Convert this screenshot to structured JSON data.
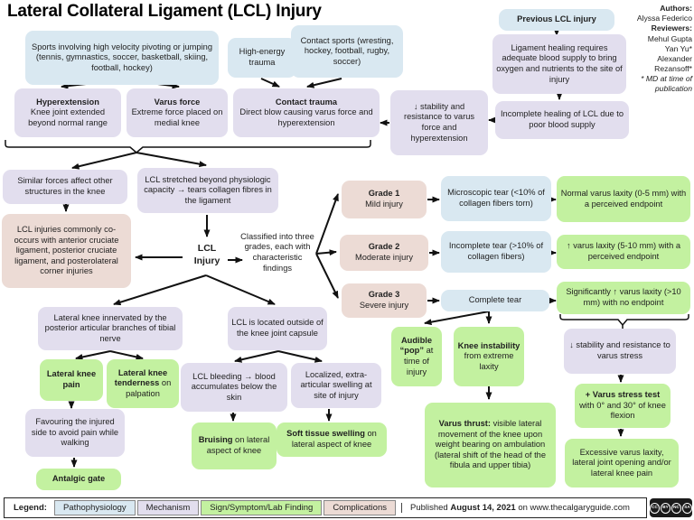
{
  "title": "Lateral Collateral Ligament (LCL) Injury",
  "credits": {
    "authors_label": "Authors:",
    "authors": [
      "Alyssa Federico"
    ],
    "reviewers_label": "Reviewers:",
    "reviewers": [
      "Mehul Gupta",
      "Yan Yu*",
      "Alexander Rezansoff*"
    ],
    "note": "* MD at time of publication"
  },
  "palette": {
    "pathophysiology": "#d9e8f1",
    "mechanism": "#e2deee",
    "sign": "#c3f1a0",
    "complication": "#ecdbd5"
  },
  "nodes": {
    "sports": {
      "text": "Sports involving high velocity pivoting or jumping (tennis, gymnastics, soccer, basketball, skiing, football, hockey)"
    },
    "high_energy": {
      "text": "High-energy trauma"
    },
    "contact_sports": {
      "text": "Contact sports (wresting, hockey, football, rugby, soccer)"
    },
    "previous_injury": {
      "text": "Previous LCL injury"
    },
    "ligament_healing": {
      "text": "Ligament healing requires adequate blood supply to bring oxygen and nutrients to the site of injury"
    },
    "incomplete_healing": {
      "text": "Incomplete healing of LCL due to poor blood supply"
    },
    "low_stability_force": {
      "text": "↓ stability and resistance to varus force and hyperextension"
    },
    "hyperextension": {
      "title": "Hyperextension",
      "body": "Knee joint extended beyond normal range"
    },
    "varus_force": {
      "title": "Varus force",
      "body": "Extreme force placed on medial knee"
    },
    "contact_trauma": {
      "title": "Contact trauma",
      "body": "Direct blow causing varus force and hyperextension"
    },
    "similar_forces": {
      "text": "Similar forces affect other structures in the knee"
    },
    "lcl_stretched": {
      "text": "LCL stretched beyond physiologic capacity → tears collagen fibres in the ligament"
    },
    "co_occurs": {
      "text": "LCL injuries commonly co-occurs with anterior cruciate ligament, posterior cruciate ligament, and posterolateral corner injuries"
    },
    "lcl_injury": {
      "text": "LCL Injury"
    },
    "classified": {
      "text": "Classified into three grades, each with characteristic findings"
    },
    "grade1": {
      "title": "Grade 1",
      "body": "Mild injury"
    },
    "grade2": {
      "title": "Grade 2",
      "body": "Moderate injury"
    },
    "grade3": {
      "title": "Grade 3",
      "body": "Severe injury"
    },
    "microscopic_tear": {
      "text": "Microscopic tear (<10% of collagen fibers torn)"
    },
    "incomplete_tear": {
      "text": "Incomplete tear (>10% of collagen fibers)"
    },
    "complete_tear": {
      "text": "Complete tear"
    },
    "normal_laxity": {
      "text": "Normal varus laxity (0-5 mm) with a perceived endpoint"
    },
    "increased_laxity": {
      "text": "↑ varus laxity (5-10 mm) with a perceived endpoint"
    },
    "significant_laxity": {
      "text": "Significantly ↑ varus laxity (>10 mm) with no endpoint"
    },
    "innervated": {
      "text": "Lateral knee innervated by the posterior articular branches of tibial nerve"
    },
    "located": {
      "text": "LCL is located outside of the knee joint capsule"
    },
    "knee_pain": {
      "bold": "Lateral knee pain"
    },
    "tenderness": {
      "bold": "Lateral knee tenderness",
      "rest": " on palpation"
    },
    "favouring": {
      "text": "Favouring the injured side to avoid pain while walking"
    },
    "antalgic": {
      "bold": "Antalgic gate"
    },
    "bleeding": {
      "text": "LCL bleeding → blood accumulates below the skin"
    },
    "localized": {
      "text": "Localized, extra-articular swelling at site of injury"
    },
    "bruising": {
      "bold": "Bruising",
      "rest": " on lateral aspect of knee"
    },
    "soft_tissue": {
      "bold": "Soft tissue swelling",
      "rest": " on lateral aspect of knee"
    },
    "audible_pop": {
      "bold": "Audible “pop”",
      "rest": " at time of injury"
    },
    "instability": {
      "bold": "Knee instability",
      "rest": " from extreme laxity"
    },
    "varus_thrust": {
      "bold": "Varus thrust:",
      "rest": " visible lateral movement of the knee upon weight bearing on ambulation (lateral shift of the head of the fibula and upper tibia)"
    },
    "low_stability_stress": {
      "text": "↓ stability and resistance to varus stress"
    },
    "stress_test": {
      "bold": "+ Varus stress test",
      "rest": " with 0° and 30° of knee flexion"
    },
    "excessive": {
      "text": "Excessive varus laxity, lateral joint opening and/or lateral knee pain"
    }
  },
  "legend": {
    "label": "Legend:",
    "items": [
      {
        "label": "Pathophysiology",
        "category": "pathophysiology"
      },
      {
        "label": "Mechanism",
        "category": "mechanism"
      },
      {
        "label": "Sign/Symptom/Lab Finding",
        "category": "sign"
      },
      {
        "label": "Complications",
        "category": "complication"
      }
    ]
  },
  "footer": {
    "published_prefix": "Published ",
    "published_date": "August 14, 2021",
    "published_suffix": " on www.thecalgaryguide.com",
    "license": {
      "name": "CC BY-NC-SA",
      "icons": [
        "cc",
        "by",
        "nc",
        "sa"
      ]
    }
  }
}
